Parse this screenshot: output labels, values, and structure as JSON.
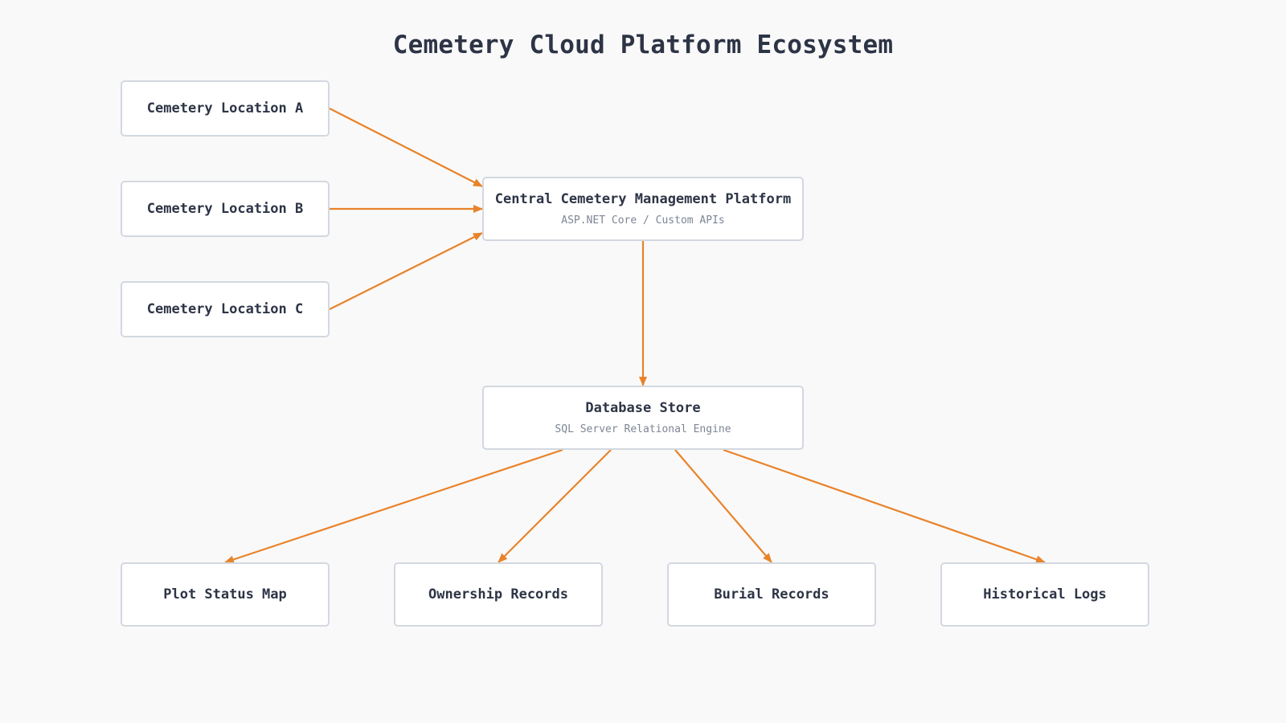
{
  "title": "Cemetery Cloud Platform Ecosystem",
  "colors": {
    "background": "#f9f9f9",
    "node_border": "#d3d8e0",
    "node_fill": "#ffffff",
    "text": "#2d3446",
    "subtext": "#7d8594",
    "arrow": "#e8832a"
  },
  "nodes": {
    "location_a": {
      "label": "Cemetery Location A"
    },
    "location_b": {
      "label": "Cemetery Location B"
    },
    "location_c": {
      "label": "Cemetery Location C"
    },
    "platform": {
      "label": "Central Cemetery Management Platform",
      "sub": "ASP.NET Core / Custom APIs"
    },
    "database": {
      "label": "Database Store",
      "sub": "SQL Server Relational Engine"
    },
    "plot_status": {
      "label": "Plot Status Map"
    },
    "ownership": {
      "label": "Ownership Records"
    },
    "burial": {
      "label": "Burial Records"
    },
    "historical": {
      "label": "Historical Logs"
    }
  },
  "edges": [
    {
      "from": "location_a",
      "to": "platform"
    },
    {
      "from": "location_b",
      "to": "platform"
    },
    {
      "from": "location_c",
      "to": "platform"
    },
    {
      "from": "platform",
      "to": "database"
    },
    {
      "from": "database",
      "to": "plot_status"
    },
    {
      "from": "database",
      "to": "ownership"
    },
    {
      "from": "database",
      "to": "burial"
    },
    {
      "from": "database",
      "to": "historical"
    }
  ]
}
